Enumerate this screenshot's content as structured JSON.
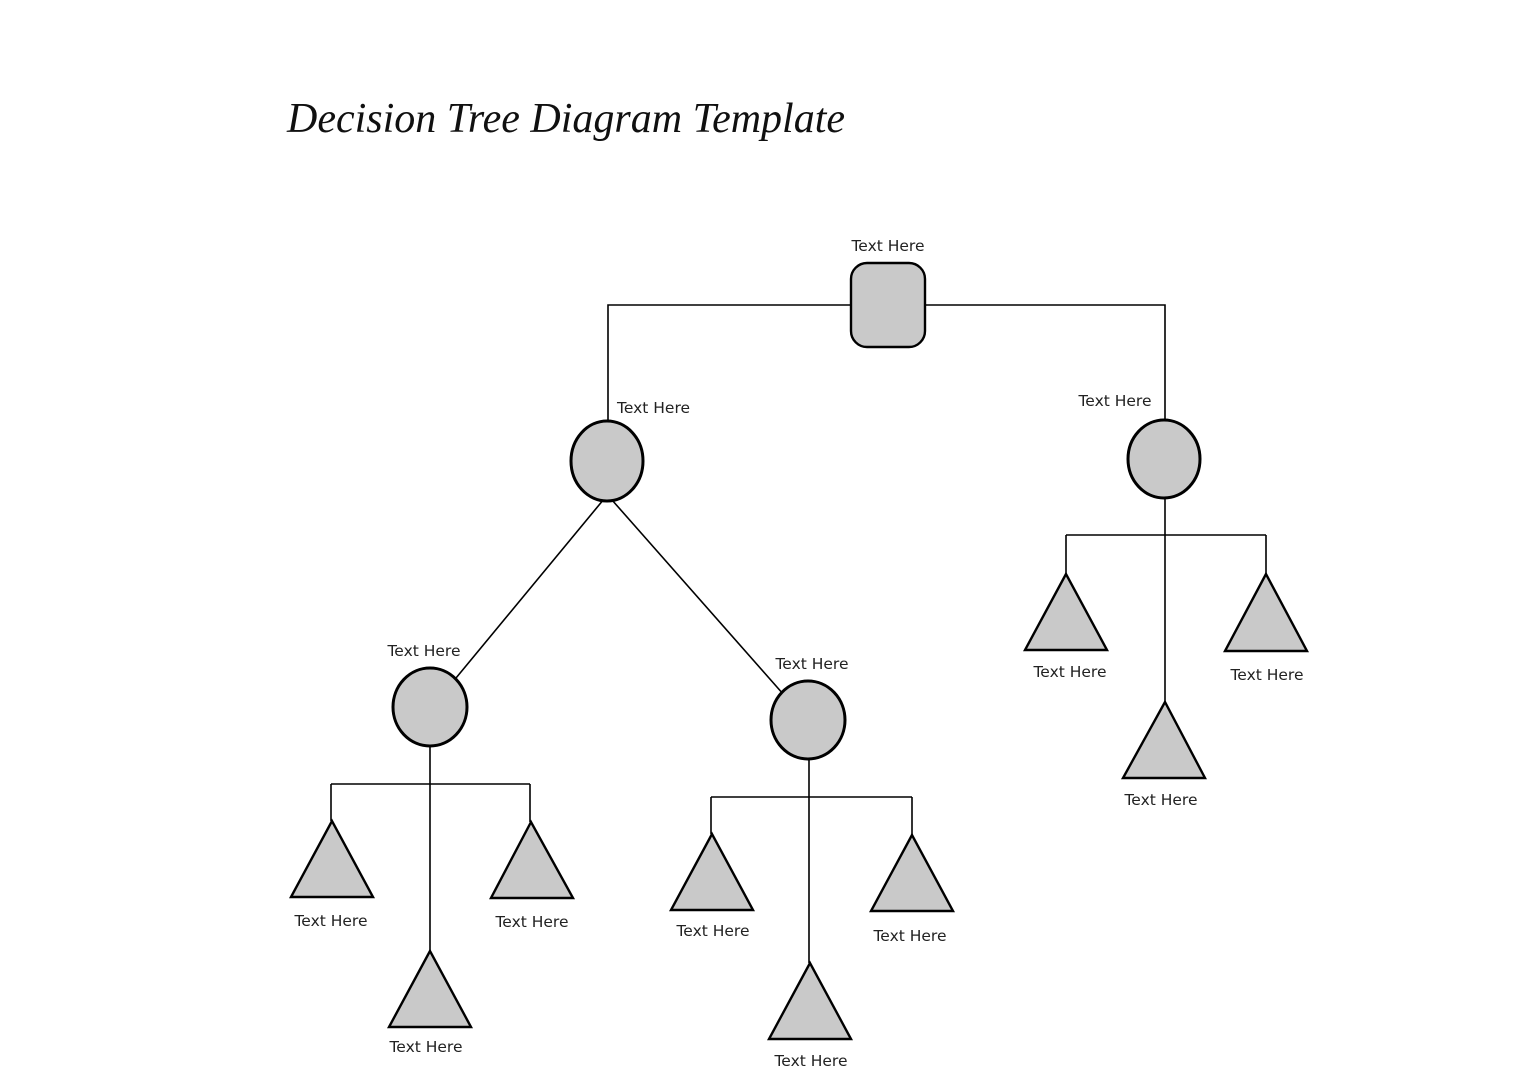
{
  "title": "Decision Tree Diagram Template",
  "colors": {
    "background": "#ffffff",
    "shape_fill": "#c9c9c9",
    "shape_stroke": "#000000",
    "connector": "#000000",
    "label": "#222222"
  },
  "nodes": {
    "root": {
      "label": "Text Here",
      "shape": "rounded-square"
    },
    "chance_left": {
      "label": "Text Here",
      "shape": "circle"
    },
    "chance_right": {
      "label": "Text Here",
      "shape": "circle"
    },
    "chance_left_child_left": {
      "label": "Text Here",
      "shape": "circle"
    },
    "chance_left_child_right": {
      "label": "Text Here",
      "shape": "circle"
    },
    "leaf_left_1": {
      "label": "Text Here",
      "shape": "triangle"
    },
    "leaf_left_2": {
      "label": "Text Here",
      "shape": "triangle"
    },
    "leaf_left_3": {
      "label": "Text Here",
      "shape": "triangle"
    },
    "leaf_middle_1": {
      "label": "Text Here",
      "shape": "triangle"
    },
    "leaf_middle_2": {
      "label": "Text Here",
      "shape": "triangle"
    },
    "leaf_middle_3": {
      "label": "Text Here",
      "shape": "triangle"
    },
    "leaf_right_1": {
      "label": "Text Here",
      "shape": "triangle"
    },
    "leaf_right_2": {
      "label": "Text Here",
      "shape": "triangle"
    },
    "leaf_right_3": {
      "label": "Text Here",
      "shape": "triangle"
    }
  }
}
